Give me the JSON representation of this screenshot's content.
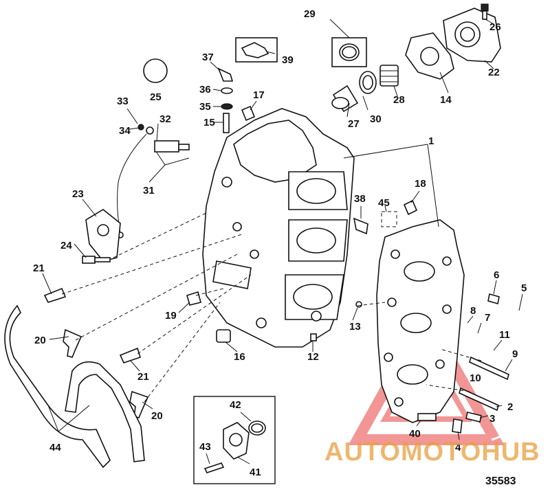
{
  "callouts": {
    "c1": "1",
    "c2": "2",
    "c3": "3",
    "c4": "4",
    "c5": "5",
    "c6": "6",
    "c7": "7",
    "c8": "8",
    "c9": "9",
    "c10": "10",
    "c11": "11",
    "c12": "12",
    "c13": "13",
    "c14": "14",
    "c15": "15",
    "c16": "16",
    "c17": "17",
    "c18": "18",
    "c19": "19",
    "c20a": "20",
    "c20b": "20",
    "c21a": "21",
    "c21b": "21",
    "c22": "22",
    "c23": "23",
    "c24": "24",
    "c25": "25",
    "c26": "26",
    "c27": "27",
    "c28": "28",
    "c29": "29",
    "c30": "30",
    "c31": "31",
    "c32": "32",
    "c33": "33",
    "c34": "34",
    "c35": "35",
    "c36": "36",
    "c37": "37",
    "c38": "38",
    "c39": "39",
    "c40": "40",
    "c41": "41",
    "c42": "42",
    "c43": "43",
    "c44": "44",
    "c45": "45"
  },
  "reference_number": "35583",
  "watermark": {
    "text": "AUTOMOTOHUB",
    "color_primary": "#e8a040",
    "color_secondary": "#333333",
    "triangle_color": "#e84040"
  }
}
